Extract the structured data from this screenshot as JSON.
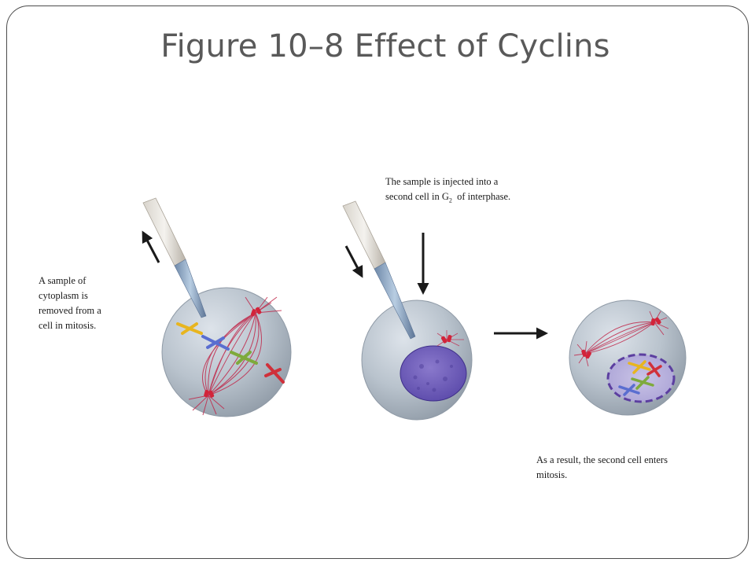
{
  "slide": {
    "title": "Figure 10–8 Effect of Cyclins"
  },
  "labels": {
    "removed": "A sample of cytoplasm is removed from a cell in mitosis.",
    "injected_line1": "The sample is injected into a second cell in G",
    "injected_subscript": "2",
    "injected_line2": "of interphase.",
    "result": "As a result, the second cell enters mitosis."
  },
  "colors": {
    "cell_fill": "#aeb9c3",
    "cell_edge": "#8f9aa6",
    "spindle": "#c0284a",
    "nucleus": "#6a59b2",
    "nuclear_envelope_dashed": "#5c3fa0",
    "chromosome_yellow": "#e8b51f",
    "chromosome_blue": "#5a6ed0",
    "chromosome_green": "#7eaa3c",
    "chromosome_red": "#d0303a",
    "arrow": "#1a1a1a"
  }
}
